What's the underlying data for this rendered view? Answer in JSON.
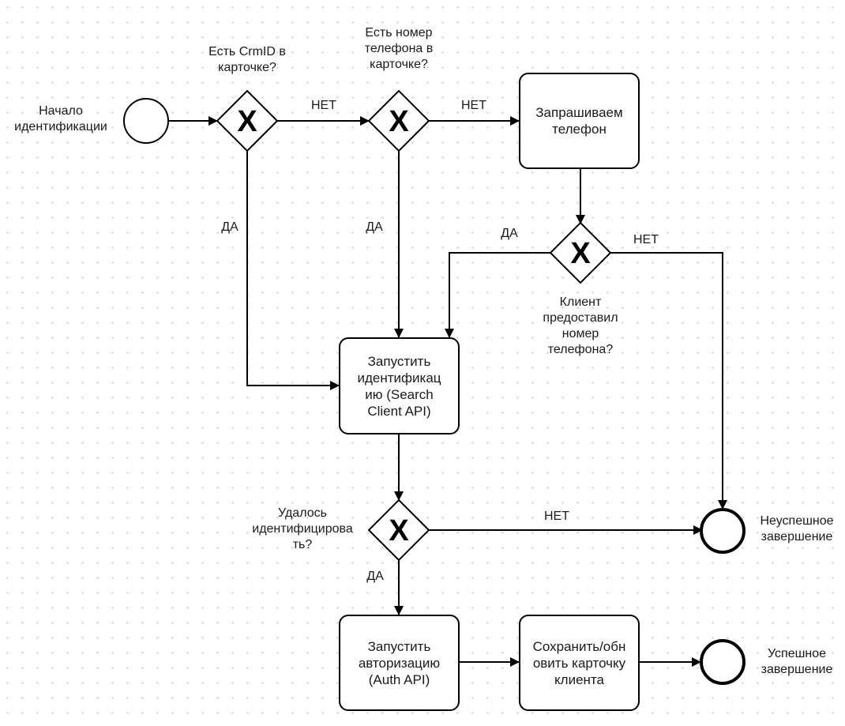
{
  "events": {
    "start": "Начало\nидентификации",
    "fail": "Неуспешное\nзавершение",
    "success": "Успешное\nзавершение"
  },
  "gateways": {
    "g1": "Есть CrmID в\nкарточке?",
    "g2": "Есть номер\nтелефона в\nкарточке?",
    "g3": "Клиент\nпредоставил\nномер\nтелефона?",
    "g4": "Удалось\nидентифицирова\nть?",
    "marker": "X"
  },
  "tasks": {
    "request_phone": "Запрашиваем\nтелефон",
    "run_identification": "Запустить\nидентификац\nию (Search\nClient API)",
    "run_authorization": "Запустить\nавторизацию\n(Auth API)",
    "save_card": "Сохранить/обн\nовить карточку\nклиента"
  },
  "flows": {
    "g1_no": "НЕТ",
    "g2_no": "НЕТ",
    "g1_yes": "ДА",
    "g2_yes": "ДА",
    "g3_yes": "ДА",
    "g3_no": "НЕТ",
    "g4_no": "НЕТ",
    "g4_yes": "ДА"
  }
}
